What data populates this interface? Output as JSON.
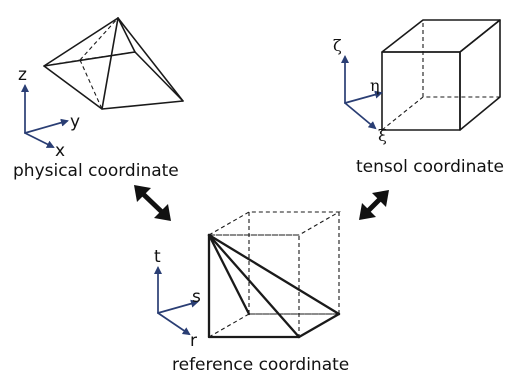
{
  "colors": {
    "axis": "#2a3e74",
    "edge": "#1a1a1a",
    "mapping_arrow": "#111111",
    "background": "#ffffff"
  },
  "icons": {
    "mapping": "double-headed-arrow-icon",
    "axes": "coordinate-axes-icon"
  },
  "physical": {
    "caption": "physical coordinate",
    "axes": {
      "vertical": "z",
      "depth": "y",
      "horizontal": "x"
    },
    "shape": "pyramid"
  },
  "tensor": {
    "caption": "tensol coordinate",
    "axes": {
      "vertical": "ζ",
      "depth": "η",
      "horizontal": "ξ"
    },
    "shape": "cube"
  },
  "reference": {
    "caption": "reference coordinate",
    "axes": {
      "vertical": "t",
      "depth": "s",
      "horizontal": "r"
    },
    "shape": "tetrahedron-in-cube"
  }
}
